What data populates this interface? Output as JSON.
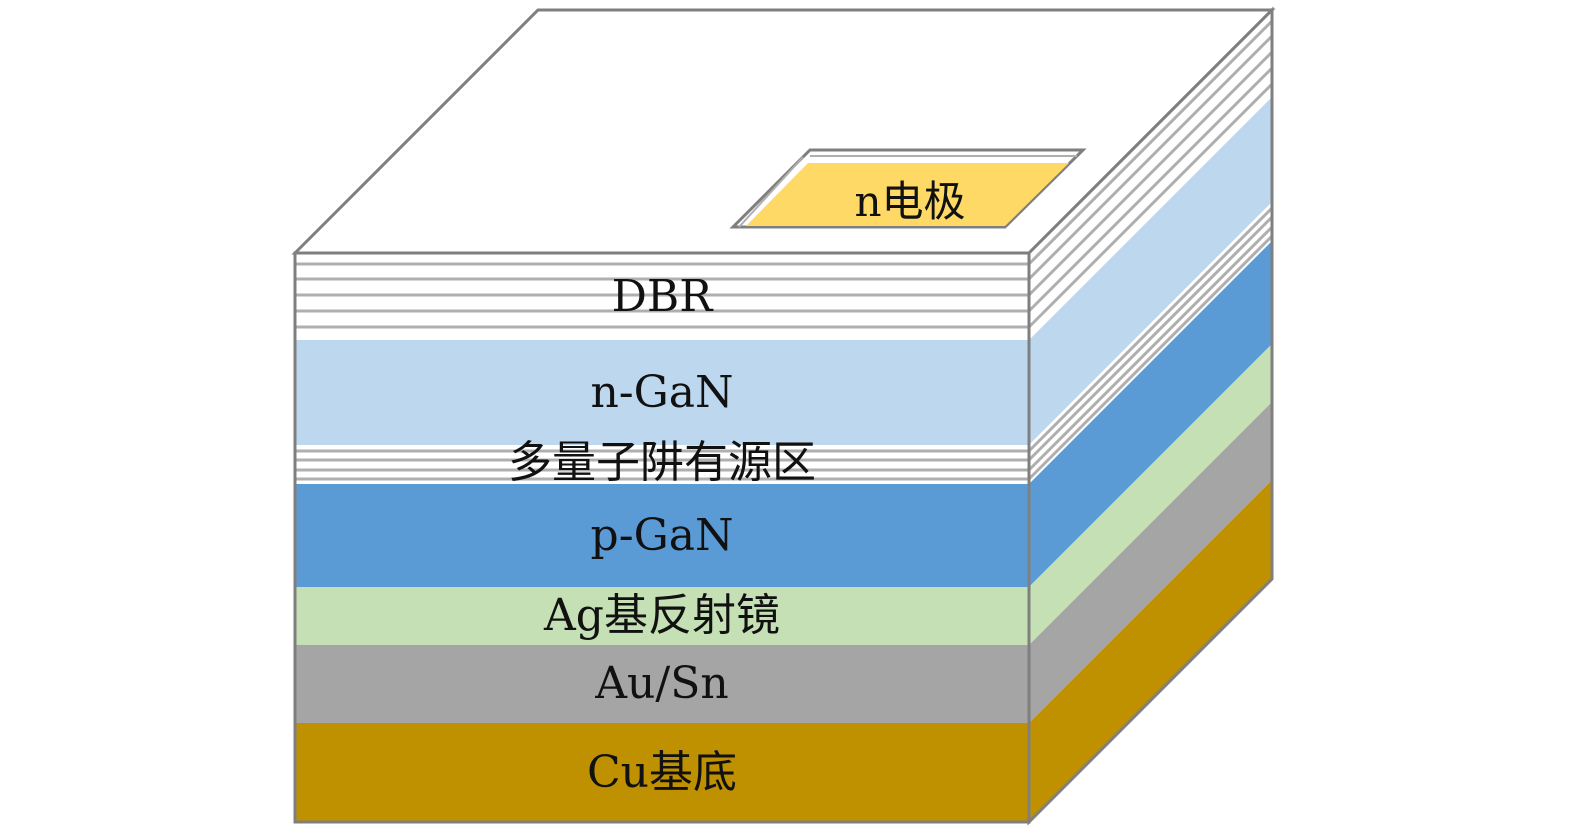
{
  "diagram": {
    "electrode": {
      "label": "n电极",
      "fill": "#FFD966"
    },
    "layers": [
      {
        "label": "DBR",
        "fill": "#FFFFFF",
        "striped": true,
        "stripes": 5
      },
      {
        "label": "n-GaN",
        "fill": "#BDD7EE",
        "striped": false
      },
      {
        "label": "多量子阱有源区",
        "fill": "#FFFFFF",
        "striped": true,
        "stripes": 4
      },
      {
        "label": "p-GaN",
        "fill": "#5B9BD5",
        "striped": false
      },
      {
        "label": "Ag基反射镜",
        "fill": "#C5E0B4",
        "striped": false
      },
      {
        "label": "Au/Sn",
        "fill": "#A5A5A5",
        "striped": false
      },
      {
        "label": "Cu基底",
        "fill": "#BF9000",
        "striped": false
      }
    ],
    "outline_color": "#7F7F7F",
    "stripe_color": "#AFAFAF"
  }
}
